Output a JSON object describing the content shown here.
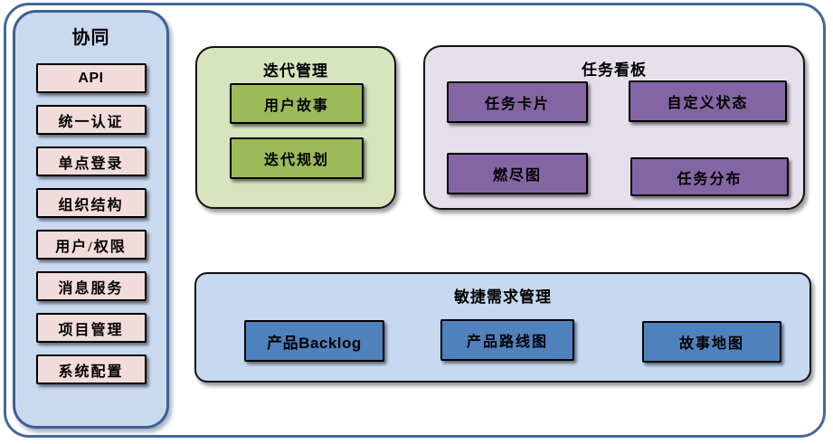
{
  "colors": {
    "outer_border": "#44689e",
    "sidebar_fill": "#c9d9f0",
    "sidebar_border": "#3d6094",
    "sidebar_item_fill": "#f2dcdb",
    "iteration_panel_fill": "#d7e4bd",
    "iteration_item_fill": "#9cba58",
    "kanban_panel_fill": "#e6e0ec",
    "kanban_item_fill": "#8465a3",
    "agile_panel_fill": "#c6d9f0",
    "agile_item_fill": "#4f81bd",
    "node_border": "#000000"
  },
  "sidebar": {
    "title": "协同",
    "items": [
      "API",
      "统一认证",
      "单点登录",
      "组织结构",
      "用户/权限",
      "消息服务",
      "项目管理",
      "系统配置"
    ]
  },
  "iteration_panel": {
    "title": "迭代管理",
    "items": [
      "用户故事",
      "迭代规划"
    ]
  },
  "kanban_panel": {
    "title": "任务看板",
    "items": [
      "任务卡片",
      "自定义状态",
      "燃尽图",
      "任务分布"
    ]
  },
  "agile_panel": {
    "title": "敏捷需求管理",
    "items": [
      "产品Backlog",
      "产品路线图",
      "故事地图"
    ]
  }
}
